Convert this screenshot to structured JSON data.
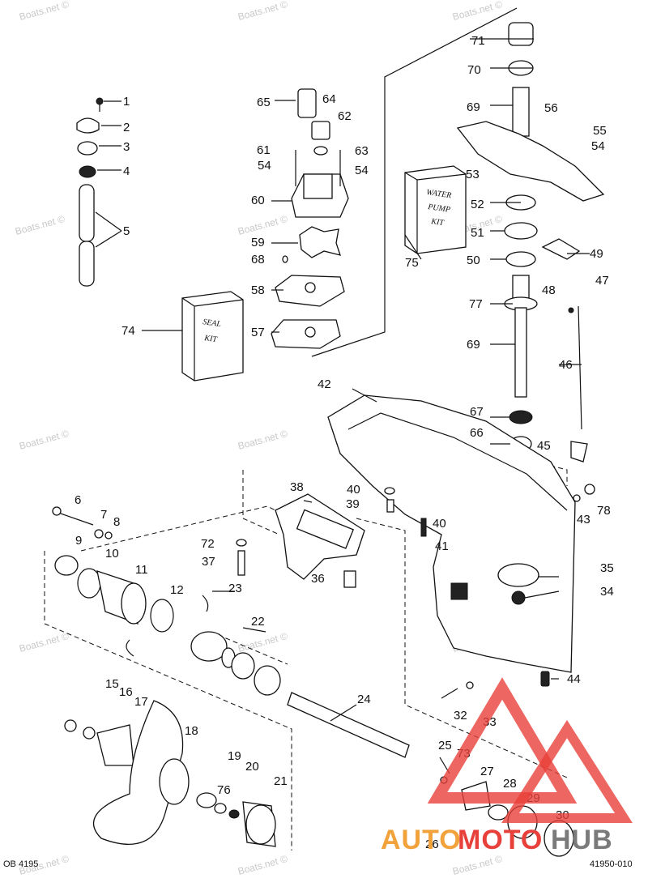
{
  "diagram": {
    "parts": [
      {
        "n": "1"
      },
      {
        "n": "2"
      },
      {
        "n": "3"
      },
      {
        "n": "4"
      },
      {
        "n": "5"
      },
      {
        "n": "6"
      },
      {
        "n": "7"
      },
      {
        "n": "8"
      },
      {
        "n": "9"
      },
      {
        "n": "10"
      },
      {
        "n": "11"
      },
      {
        "n": "12"
      },
      {
        "n": "15"
      },
      {
        "n": "16"
      },
      {
        "n": "17"
      },
      {
        "n": "18"
      },
      {
        "n": "19"
      },
      {
        "n": "20"
      },
      {
        "n": "21"
      },
      {
        "n": "22"
      },
      {
        "n": "23"
      },
      {
        "n": "24"
      },
      {
        "n": "25"
      },
      {
        "n": "26"
      },
      {
        "n": "27"
      },
      {
        "n": "28"
      },
      {
        "n": "29"
      },
      {
        "n": "30"
      },
      {
        "n": "32"
      },
      {
        "n": "33"
      },
      {
        "n": "34"
      },
      {
        "n": "35"
      },
      {
        "n": "36"
      },
      {
        "n": "37"
      },
      {
        "n": "38"
      },
      {
        "n": "39"
      },
      {
        "n": "40"
      },
      {
        "n": "40"
      },
      {
        "n": "41"
      },
      {
        "n": "42"
      },
      {
        "n": "43"
      },
      {
        "n": "44"
      },
      {
        "n": "45"
      },
      {
        "n": "46"
      },
      {
        "n": "47"
      },
      {
        "n": "48"
      },
      {
        "n": "49"
      },
      {
        "n": "50"
      },
      {
        "n": "51"
      },
      {
        "n": "52"
      },
      {
        "n": "53"
      },
      {
        "n": "54"
      },
      {
        "n": "54"
      },
      {
        "n": "54"
      },
      {
        "n": "55"
      },
      {
        "n": "56"
      },
      {
        "n": "57"
      },
      {
        "n": "58"
      },
      {
        "n": "59"
      },
      {
        "n": "60"
      },
      {
        "n": "61"
      },
      {
        "n": "62"
      },
      {
        "n": "63"
      },
      {
        "n": "64"
      },
      {
        "n": "65"
      },
      {
        "n": "66"
      },
      {
        "n": "67"
      },
      {
        "n": "68"
      },
      {
        "n": "69"
      },
      {
        "n": "69"
      },
      {
        "n": "70"
      },
      {
        "n": "71"
      },
      {
        "n": "72"
      },
      {
        "n": "73"
      },
      {
        "n": "74"
      },
      {
        "n": "75"
      },
      {
        "n": "76"
      },
      {
        "n": "77"
      },
      {
        "n": "78"
      }
    ],
    "water_pump_kit_lines": [
      "WATER",
      "PUMP",
      "KIT"
    ],
    "seal_kit_lines": [
      "SEAL",
      "KIT"
    ],
    "code_left": "OB 4195",
    "code_right": "41950-010"
  },
  "watermark": {
    "text": "Boats.net ©"
  },
  "logo": {
    "part1": "AUTO",
    "part2": "MOTO",
    "part3": "HUB",
    "color_red": "#e8403a",
    "color_orange": "#f2a23a",
    "color_gray": "#7a7a7a"
  }
}
